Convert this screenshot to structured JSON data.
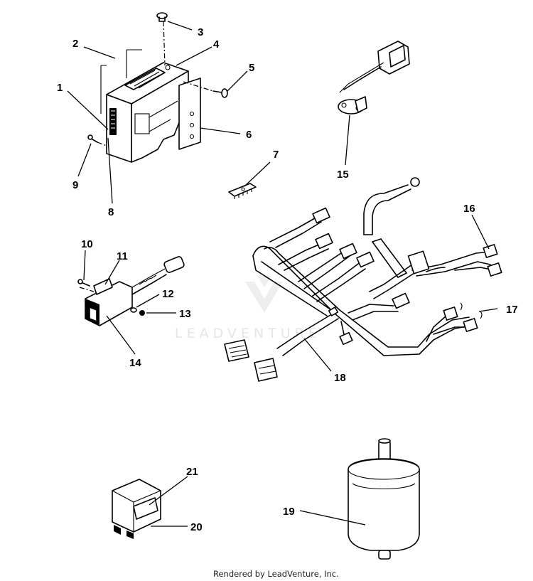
{
  "callouts": [
    "1",
    "2",
    "3",
    "4",
    "5",
    "6",
    "7",
    "8",
    "9",
    "10",
    "11",
    "12",
    "13",
    "14",
    "15",
    "16",
    "17",
    "18",
    "19",
    "20",
    "21"
  ],
  "watermark": "LEADVENTURE",
  "footer": "Rendered by LeadVenture, Inc."
}
